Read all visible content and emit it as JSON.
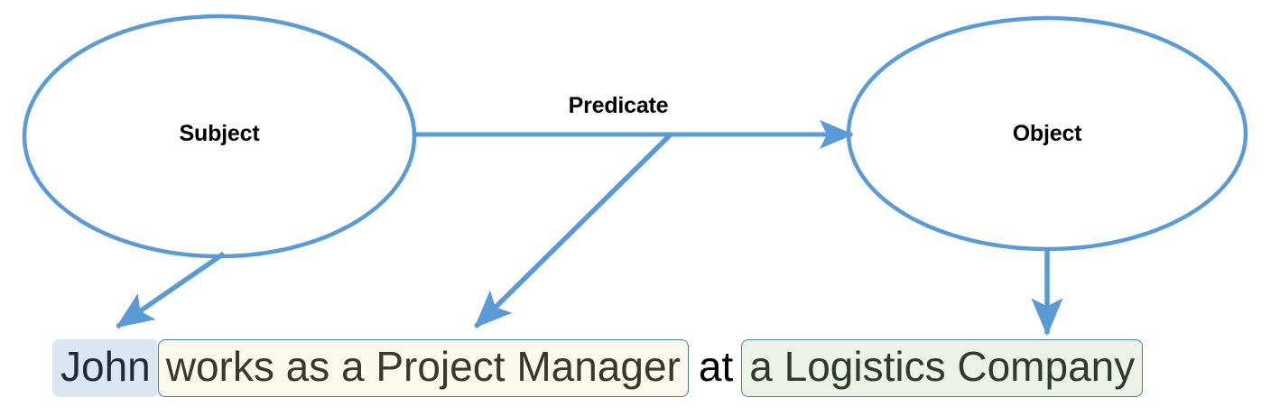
{
  "diagram": {
    "type": "subject-predicate-object-triple",
    "accent_color": "#5b9bd5",
    "box_border_color": "#4a7ea8",
    "nodes": [
      {
        "id": "subject",
        "label": "Subject",
        "shape": "ellipse"
      },
      {
        "id": "object",
        "label": "Object",
        "shape": "ellipse"
      }
    ],
    "edges": [
      {
        "id": "predicate",
        "label": "Predicate",
        "from": "subject",
        "to": "object"
      }
    ],
    "node_labels": {
      "subject": "Subject",
      "object": "Object",
      "predicate": "Predicate"
    }
  },
  "sentence": {
    "full_text": "John works as a Project Manager at a Logistics Company",
    "chunks": [
      {
        "text": "John",
        "role": "subject",
        "highlight": "#dce6f2",
        "bordered": false
      },
      {
        "text": "works as a Project Manager",
        "role": "predicate",
        "highlight": "#fbf8ee",
        "bordered": true
      },
      {
        "text": "at",
        "role": "none",
        "highlight": "none",
        "bordered": false
      },
      {
        "text": "a Logistics Company",
        "role": "object",
        "highlight": "#edf2e8",
        "bordered": true
      }
    ]
  }
}
